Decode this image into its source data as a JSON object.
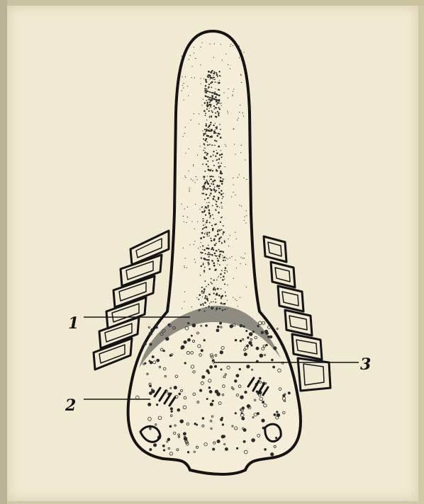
{
  "figure": {
    "labels": [
      {
        "id": "1",
        "text": "1"
      },
      {
        "id": "2",
        "text": "2"
      },
      {
        "id": "3",
        "text": "3"
      }
    ]
  },
  "colors": {
    "paper": "#f1ead2",
    "ink": "#141414",
    "stipple": "#2a2a2a"
  }
}
